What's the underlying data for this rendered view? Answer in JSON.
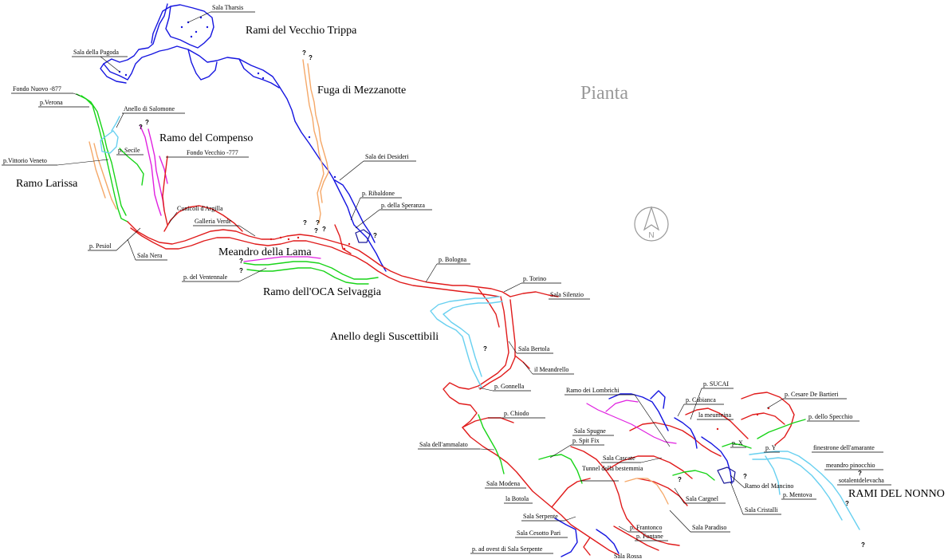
{
  "map": {
    "title": "Pianta",
    "compass_letter": "N",
    "colors": {
      "blue": "#1515e0",
      "red": "#e01b1b",
      "green": "#18d418",
      "orange": "#f5a868",
      "magenta": "#e020e0",
      "cyan": "#68d0f0",
      "darkblue": "#1a1a9a"
    },
    "region_names": {
      "rami_vecchio_trippa": "Rami del Vecchio Trippa",
      "fuga_mezzanotte": "Fuga di Mezzanotte",
      "ramo_compenso": "Ramo del Compenso",
      "ramo_larissa": "Ramo Larissa",
      "meandro_lama": "Meandro della Lama",
      "ramo_oca": "Ramo dell'OCA Selvaggia",
      "anello_suscettibili": "Anello degli Suscettibili",
      "rami_nonno": "RAMI DEL NONNO"
    },
    "labels": {
      "sala_tharsis": "Sala Tharsis",
      "sala_pagoda": "Sala della Pagoda",
      "fondo_nuovo": "Fondo Nuovo -877",
      "p_verona": "p.Verona",
      "anello_salomone": "Anello di Salomone",
      "p_secile": "p. Secile",
      "p_vittorio_veneto": "p.Vittorio Veneto",
      "fondo_vecchio": "Fondo Vecchio -777",
      "cunicoli_argilla": "Cunicoli d'Argilla",
      "galleria_verde": "Galleria Verde",
      "p_pesiol": "p. Pesiol",
      "sala_nera": "Sala Nera",
      "p_ventennale": "p. del Ventennale",
      "sala_desideri": "Sala dei Desideri",
      "p_ribaldone": "p. Ribaldone",
      "p_speranza": "p. della Speranza",
      "p_bologna": "p. Bologna",
      "p_torino": "p. Torino",
      "sala_silenzio": "Sala Silenzio",
      "sala_bertola": "Sala Bertola",
      "il_meandrello": "il Meandrello",
      "p_gonnella": "p. Gonnella",
      "p_chiodo": "p. Chiodo",
      "ramo_lombrichi": "Ramo dei Lombrichi",
      "p_sucai": "p. SUCAI",
      "p_cabianca": "p. Cabianca",
      "la_meumeina": "la meumeina",
      "p_cesare_bartieri": "p. Cesare De Bartieri",
      "p_specchio": "p. dello Specchio",
      "sala_spugne": "Sala Spugne",
      "p_split_fix": "p. Spit Fix",
      "sala_ammalato": "Sala dell'ammalato",
      "sala_cascate": "Sala Cascate",
      "tunnel_bestemmia": "Tunnel della bestemmia",
      "p_x": "p. X",
      "p_y": "p. Y",
      "finestrone": "finestrone dell'amarante",
      "meandro_pinocchio": "meandro pinocchio",
      "sotterranea": "sotalentdelevacha",
      "p_mentova": "p. Mentova",
      "ramo_mancino": "Ramo del Mancino",
      "sala_cristalli": "Sala Cristalli",
      "sala_cargnel": "Sala Cargnel",
      "sala_modena": "Sala Modena",
      "la_botola": "la Botola",
      "sala_serpente": "Sala Serpente",
      "p_fantonco": "p. Frantonco",
      "sala_paradiso": "Sala Paradiso",
      "sala_cesotto_pari": "Sala Cesotto Pari",
      "p_fontane": "p. Fontane",
      "p_ovest_serpente": "p. ad ovest di Sala Serpente",
      "sala_rossa": "Sala Rossa"
    },
    "question_mark": "?"
  }
}
